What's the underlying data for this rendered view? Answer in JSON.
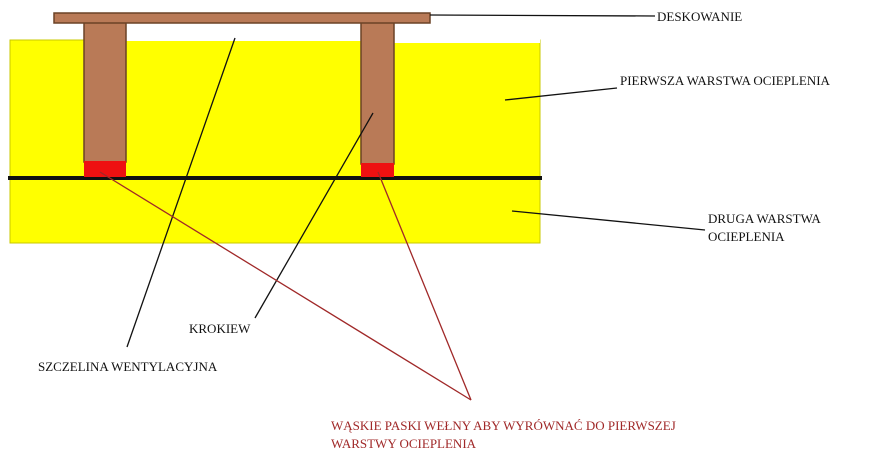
{
  "labels": {
    "deskowanie": "DESKOWANIE",
    "pierwsza": "PIERWSZA WARSTWA OCIEPLENIA",
    "druga_1": "DRUGA WARSTWA",
    "druga_2": "OCIEPLENIA",
    "krokiew": "KROKIEW",
    "szczelina": "SZCZELINA WENTYLACYJNA",
    "paski_1": "WĄSKIE PASKI WEŁNY ABY WYRÓWNAĆ DO PIERWSZEJ",
    "paski_2": "WARSTWY OCIEPLENIA"
  },
  "colors": {
    "insulation": "#ffff00",
    "insulation_edge": "#c8c800",
    "timber": "#b97a57",
    "timber_edge": "#6b4226",
    "wool_strip": "#ee1111",
    "divider": "#111111",
    "leader_black": "#111111",
    "leader_red": "#a02828"
  }
}
